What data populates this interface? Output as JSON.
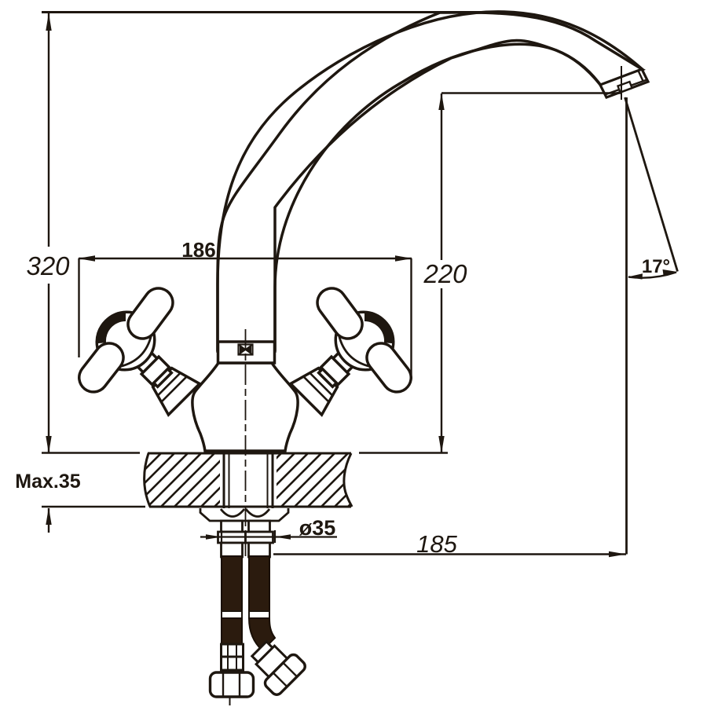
{
  "drawing": {
    "title": "faucet-installation-dimension-drawing",
    "dimensions": {
      "total_height": "320",
      "handle_span": "186",
      "spout_height": "220",
      "spout_angle": "17°",
      "max_deck_thickness": "Max.35",
      "mounting_hole_diameter": "ø35",
      "spout_reach": "185"
    },
    "colors": {
      "ink": "#1e1710",
      "hose": "#2b1b0e",
      "background": "#ffffff"
    }
  }
}
